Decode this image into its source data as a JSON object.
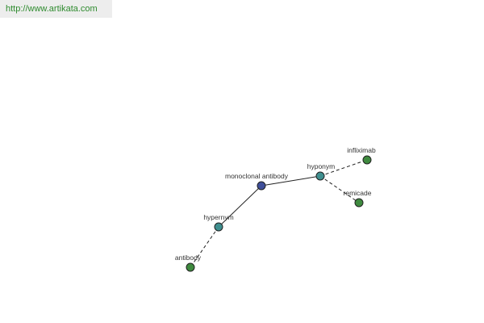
{
  "banner": {
    "url": "http://www.artikata.com"
  },
  "colors": {
    "center": "#3f4f9a",
    "relation": "#3f8f8f",
    "term": "#3f8a3f"
  },
  "graph": {
    "nodes": [
      {
        "id": "center",
        "label": "monoclonal antibody",
        "kind": "center"
      },
      {
        "id": "hypernym",
        "label": "hypernym",
        "kind": "relation"
      },
      {
        "id": "hyponym",
        "label": "hyponym",
        "kind": "relation"
      },
      {
        "id": "antibody",
        "label": "antibody",
        "kind": "term"
      },
      {
        "id": "infliximab",
        "label": "infliximab",
        "kind": "term"
      },
      {
        "id": "remicade",
        "label": "remicade",
        "kind": "term"
      }
    ],
    "edges": [
      {
        "from": "center",
        "to": "hypernym",
        "style": "solid"
      },
      {
        "from": "center",
        "to": "hyponym",
        "style": "solid"
      },
      {
        "from": "hypernym",
        "to": "antibody",
        "style": "dashed"
      },
      {
        "from": "hyponym",
        "to": "infliximab",
        "style": "dashed"
      },
      {
        "from": "hyponym",
        "to": "remicade",
        "style": "dashed"
      }
    ]
  }
}
